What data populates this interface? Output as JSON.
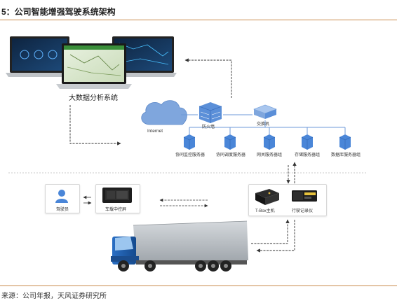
{
  "title": "5：公司智能增强驾驶系统架构",
  "source": "来源：公司年报，天风证券研究所",
  "colors": {
    "accent_rule": "#c98a4a",
    "cloud": "#7fa6dd",
    "server": "#4a86d8",
    "firewall": "#4d7fcf",
    "switch": "#8fb4e6",
    "network_line": "#6d9ad8",
    "truck_cab": "#1f5fb0",
    "trailer": "#bfc4c9"
  },
  "diagram": {
    "analytics": {
      "label": "大数据分析系统"
    },
    "internet": {
      "label": "Internet"
    },
    "firewall": {
      "label": "防火墙"
    },
    "switch": {
      "label": "交换机"
    },
    "servers": [
      {
        "label": "协同监控服务器"
      },
      {
        "label": "协同调度服务器"
      },
      {
        "label": "网关服务器组"
      },
      {
        "label": "存储服务器组"
      },
      {
        "label": "数据库服务器组"
      }
    ],
    "driver": {
      "label": "驾驶员"
    },
    "console": {
      "label": "车载中控屏"
    },
    "tbox": {
      "label": "T-Box主机"
    },
    "recorder": {
      "label": "行驶记录仪"
    }
  }
}
